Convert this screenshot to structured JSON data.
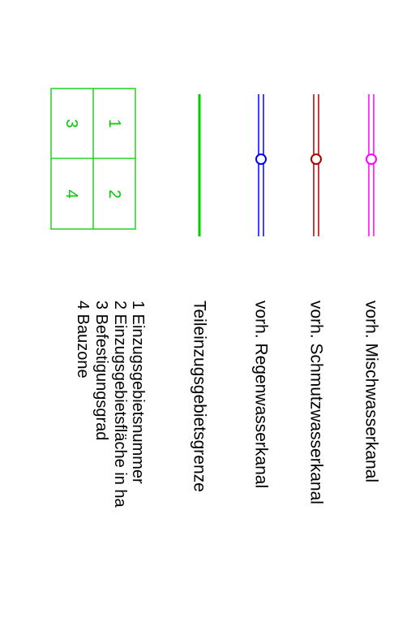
{
  "legend": {
    "entries": [
      {
        "id": "mischwasser",
        "label": "vorh. Mischwasserkanal",
        "color": "#ff00ff",
        "symbol": "double-line-with-manhole"
      },
      {
        "id": "schmutzwasser",
        "label": "vorh. Schmutzwasserkanal",
        "color": "#aa0000",
        "symbol": "double-line-with-manhole"
      },
      {
        "id": "regenwasser",
        "label": "vorh. Regenwasserkanal",
        "color": "#0000ff",
        "symbol": "double-line-with-manhole"
      },
      {
        "id": "teileinzugsgebiet",
        "label": "Teileinzugsgebietsgrenze",
        "color": "#00cc00",
        "symbol": "single-line"
      }
    ],
    "area_box": {
      "color": "#00cc00",
      "cells": [
        "1",
        "2",
        "3",
        "4"
      ],
      "items": [
        "1 Einzugsgebietsnummer",
        "2 Einzugsgebietsfläche in ha",
        "3 Befestigungsgrad",
        "4 Bauzone"
      ]
    }
  }
}
